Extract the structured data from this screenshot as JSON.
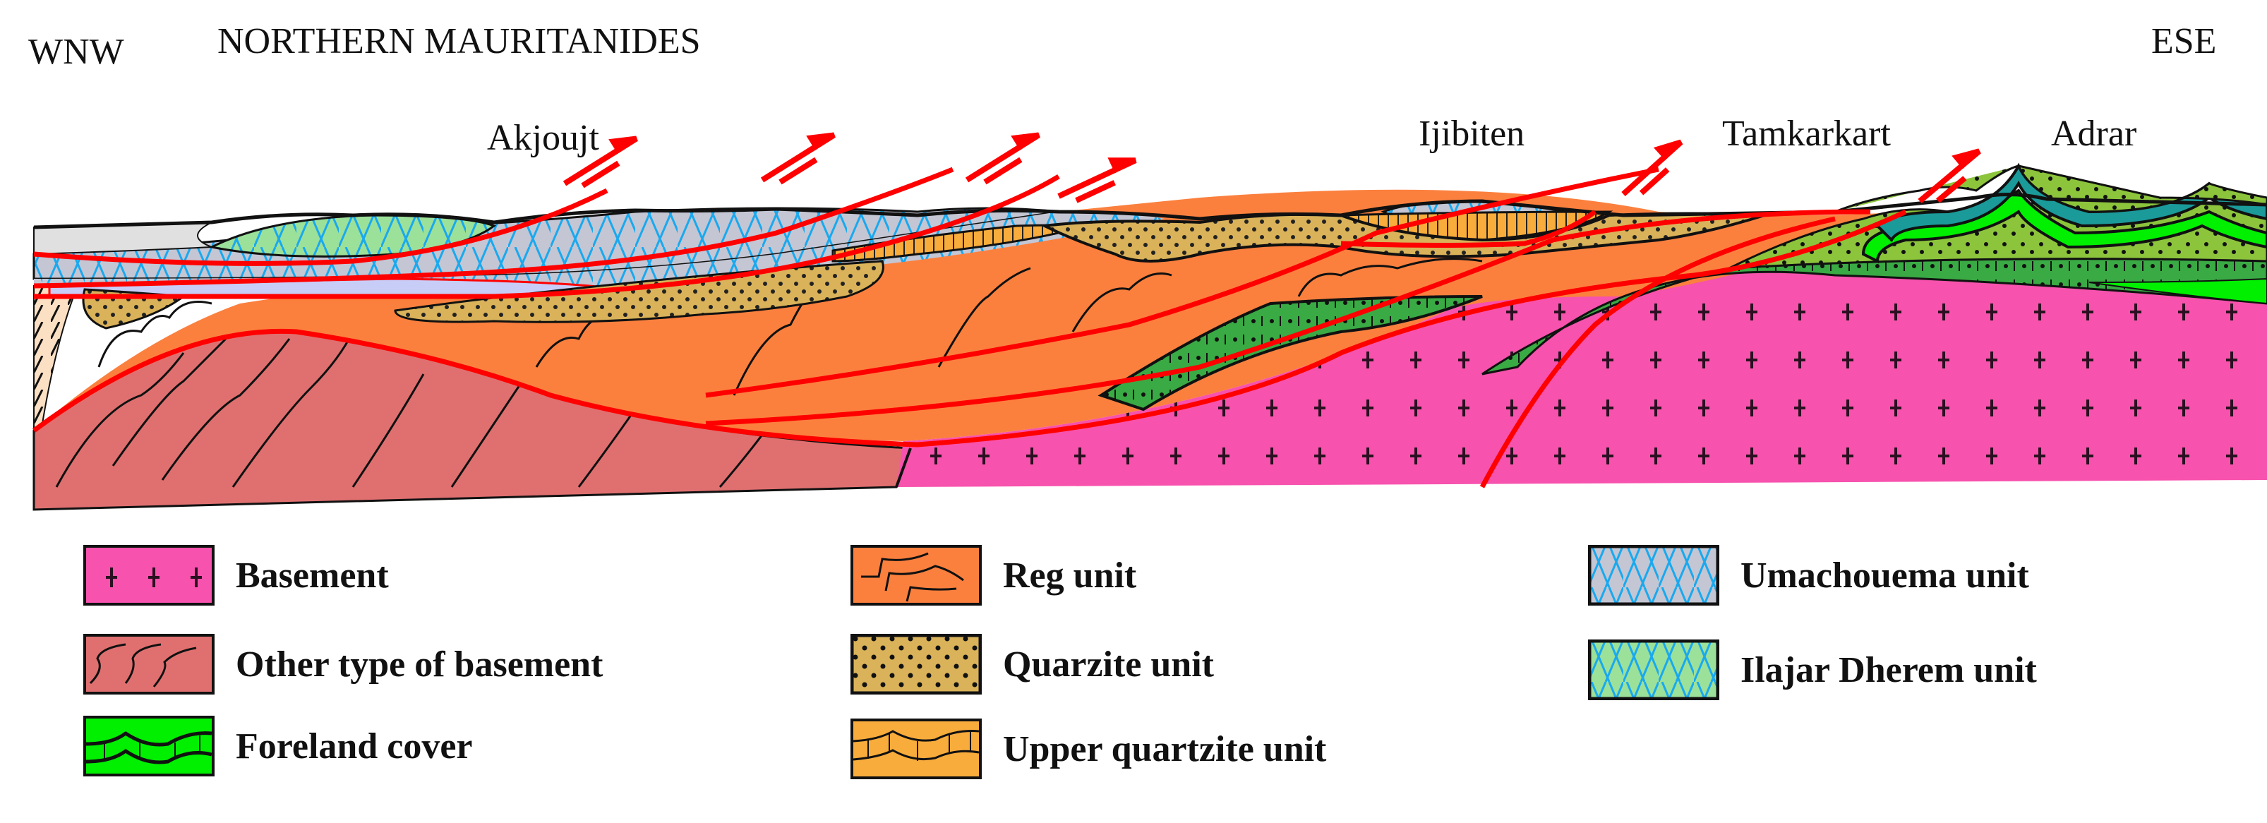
{
  "header": {
    "west_label": "WNW",
    "title": "NORTHERN MAURITANIDES",
    "east_label": "ESE"
  },
  "localities": [
    {
      "name": "Akjoujt"
    },
    {
      "name": "Ijibiten"
    },
    {
      "name": "Tamkarkart"
    },
    {
      "name": "Adrar"
    }
  ],
  "colors": {
    "basement": "#f752ad",
    "other_basement": "#e07070",
    "foreland_cover": "#00f000",
    "reg_unit": "#fb803e",
    "quarzite_unit": "#d9b25a",
    "upper_quartzite_unit": "#f8ac3c",
    "umachouema_unit": "#c4c6d4",
    "ilajar_dherem_unit": "#9ce19a",
    "thrust_fault": "#ff0000",
    "pattern_blue": "#19a9ef",
    "foreland_olive": "#8cc43c",
    "foreland_teal": "#1b9a9a",
    "foreland_darkgreen": "#3aaa44"
  },
  "legend": {
    "items": [
      {
        "label": "Basement"
      },
      {
        "label": "Other type of basement"
      },
      {
        "label": "Foreland cover"
      },
      {
        "label": "Reg unit"
      },
      {
        "label": "Quarzite unit"
      },
      {
        "label": "Upper quartzite unit"
      },
      {
        "label": "Umachouema unit"
      },
      {
        "label": "Ilajar Dherem unit"
      }
    ]
  }
}
